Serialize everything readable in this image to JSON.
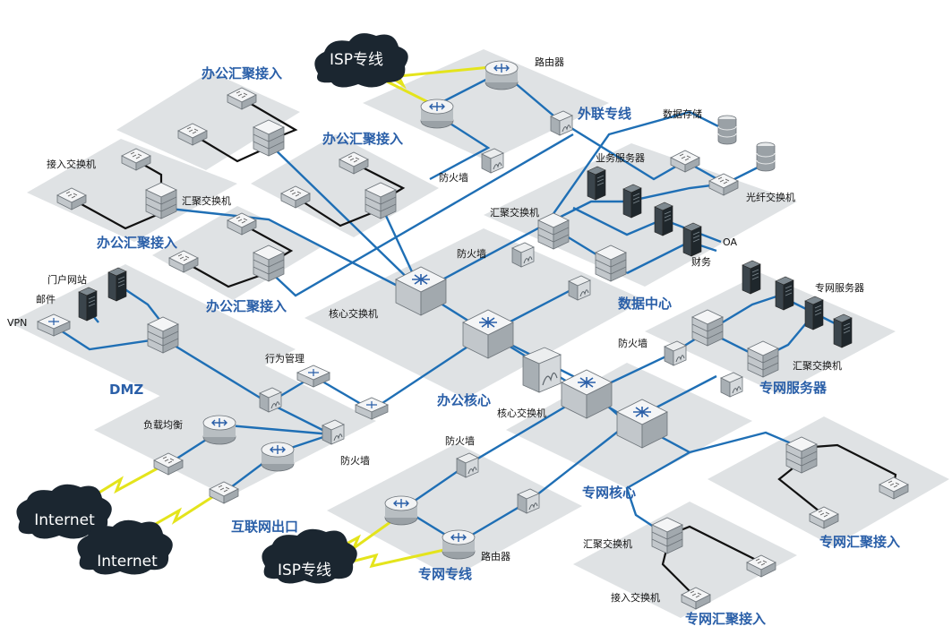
{
  "zones": {
    "office_access_1": "办公汇聚接入",
    "office_access_2": "办公汇聚接入",
    "office_access_3": "办公汇聚接入",
    "office_access_4": "办公汇聚接入",
    "extranet": "外联专线",
    "datacenter": "数据中心",
    "dmz": "DMZ",
    "office_core": "办公核心",
    "private_servers": "专网服务器",
    "internet_exit": "互联网出口",
    "private_core": "专网核心",
    "private_line": "专网专线",
    "private_access_1": "专网汇聚接入",
    "private_access_2": "专网汇聚接入"
  },
  "devices": {
    "router_top": "路由器",
    "firewall_top": "防火墙",
    "data_storage": "数据存储",
    "business_server": "业务服务器",
    "fiber_switch": "光纤交换机",
    "agg_switch_dc": "汇聚交换机",
    "oa": "OA",
    "finance": "财务",
    "firewall_dc": "防火墙",
    "access_switch": "接入交换机",
    "agg_switch_office": "汇聚交换机",
    "portal": "门户网站",
    "mail": "邮件",
    "vpn": "VPN",
    "core_switch_office": "核心交换机",
    "behavior_mgmt": "行为管理",
    "load_balance": "负载均衡",
    "firewall_inet": "防火墙",
    "private_server": "专网服务器",
    "agg_switch_ps": "汇聚交换机",
    "firewall_ps": "防火墙",
    "core_switch_private": "核心交换机",
    "firewall_private": "防火墙",
    "router_private": "路由器",
    "agg_switch_private": "汇聚交换机",
    "access_switch_private": "接入交换机"
  },
  "clouds": {
    "isp_top": "ISP专线",
    "internet_1": "Internet",
    "internet_2": "Internet",
    "isp_bottom": "ISP专线"
  },
  "colors": {
    "zone_fill": "#dfe2e4",
    "link_blue": "#1f6fb5",
    "link_black": "#111111",
    "label_blue": "#2a5fa8",
    "cloud_dark": "#1b2630",
    "lightning": "#e4e41c"
  }
}
